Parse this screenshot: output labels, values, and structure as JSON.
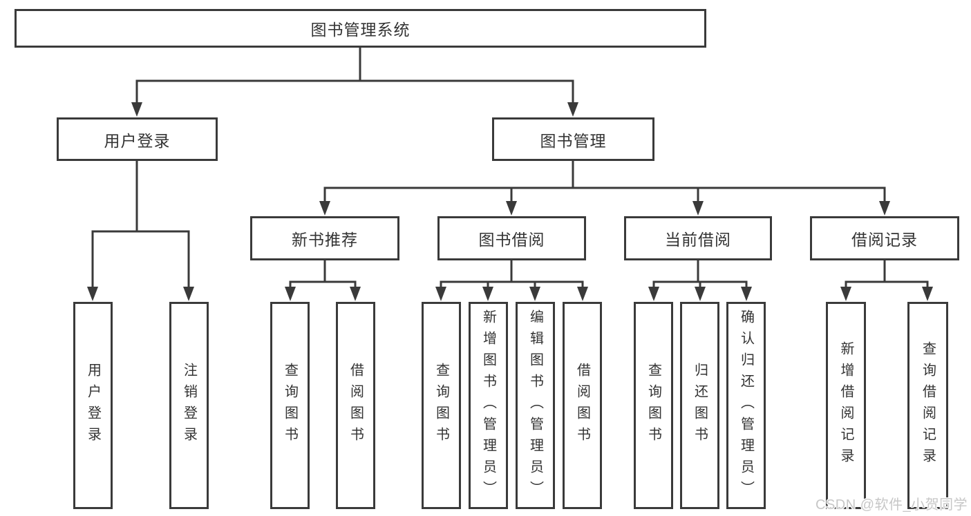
{
  "diagram": {
    "title": "图书管理系统",
    "children": [
      {
        "label": "用户登录",
        "children": [
          {
            "label": "用户登录"
          },
          {
            "label": "注销登录"
          }
        ]
      },
      {
        "label": "图书管理",
        "children": [
          {
            "label": "新书推荐",
            "children": [
              {
                "label": "查询图书"
              },
              {
                "label": "借阅图书"
              }
            ]
          },
          {
            "label": "图书借阅",
            "children": [
              {
                "label": "查询图书"
              },
              {
                "label": "新增图书（管理员）"
              },
              {
                "label": "编辑图书（管理员）"
              },
              {
                "label": "借阅图书"
              }
            ]
          },
          {
            "label": "当前借阅",
            "children": [
              {
                "label": "查询图书"
              },
              {
                "label": "归还图书"
              },
              {
                "label": "确认归还（管理员）"
              }
            ]
          },
          {
            "label": "借阅记录",
            "children": [
              {
                "label": "新增借阅记录"
              },
              {
                "label": "查询借阅记录"
              }
            ]
          }
        ]
      }
    ]
  },
  "watermark": {
    "text": "CSDN @软件_小贺同学"
  },
  "colors": {
    "line": "#3a3a3a",
    "box_border": "#3a3a3a",
    "text": "#333333",
    "watermark": "#c7c7c7",
    "background": "#ffffff"
  }
}
